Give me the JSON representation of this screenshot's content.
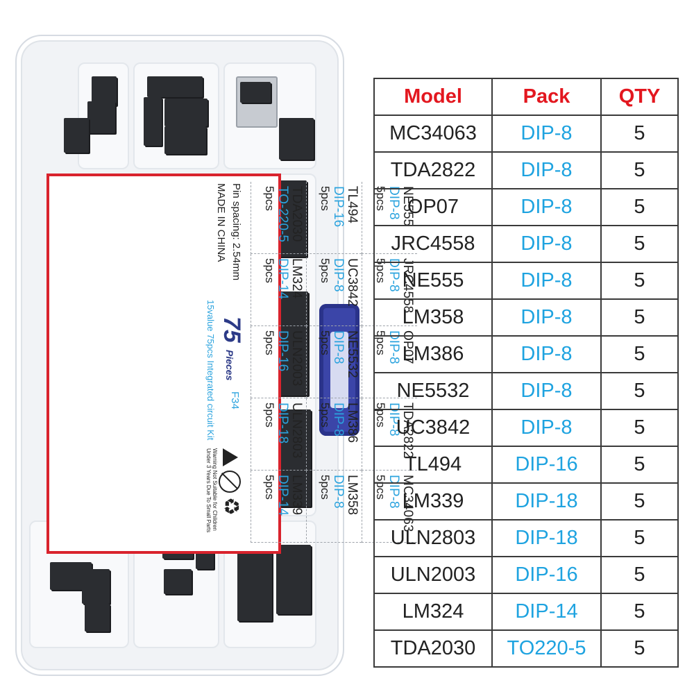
{
  "table": {
    "headers": {
      "model": "Model",
      "pack": "Pack",
      "qty": "QTY"
    },
    "rows": [
      {
        "model": "MC34063",
        "pack": "DIP-8",
        "qty": "5"
      },
      {
        "model": "TDA2822",
        "pack": "DIP-8",
        "qty": "5"
      },
      {
        "model": "OP07",
        "pack": "DIP-8",
        "qty": "5"
      },
      {
        "model": "JRC4558",
        "pack": "DIP-8",
        "qty": "5"
      },
      {
        "model": "NE555",
        "pack": "DIP-8",
        "qty": "5"
      },
      {
        "model": "LM358",
        "pack": "DIP-8",
        "qty": "5"
      },
      {
        "model": "LM386",
        "pack": "DIP-8",
        "qty": "5"
      },
      {
        "model": "NE5532",
        "pack": "DIP-8",
        "qty": "5"
      },
      {
        "model": "UC3842",
        "pack": "DIP-8",
        "qty": "5"
      },
      {
        "model": "TL494",
        "pack": "DIP-16",
        "qty": "5"
      },
      {
        "model": "LM339",
        "pack": "DIP-18",
        "qty": "5"
      },
      {
        "model": "ULN2803",
        "pack": "DIP-18",
        "qty": "5"
      },
      {
        "model": "ULN2003",
        "pack": "DIP-16",
        "qty": "5"
      },
      {
        "model": "LM324",
        "pack": "DIP-14",
        "qty": "5"
      },
      {
        "model": "TDA2030",
        "pack": "TO220-5",
        "qty": "5"
      }
    ]
  },
  "label": {
    "cells": [
      {
        "model": "NE555",
        "pack": "DIP-8",
        "qty": "5pcs"
      },
      {
        "model": "JRC4558",
        "pack": "DIP-8",
        "qty": "5pcs"
      },
      {
        "model": "OP07",
        "pack": "DIP-8",
        "qty": "5pcs"
      },
      {
        "model": "TDA2822",
        "pack": "DIP-8",
        "qty": "5pcs"
      },
      {
        "model": "MC34063",
        "pack": "DIP-8",
        "qty": "5pcs"
      },
      {
        "model": "TL494",
        "pack": "DIP-16",
        "qty": "5pcs"
      },
      {
        "model": "UC3842",
        "pack": "DIP-8",
        "qty": "5pcs"
      },
      {
        "model": "NE5532",
        "pack": "DIP-8",
        "qty": "5pcs"
      },
      {
        "model": "LM386",
        "pack": "DIP-8",
        "qty": "5pcs"
      },
      {
        "model": "LM358",
        "pack": "DIP-8",
        "qty": "5pcs"
      },
      {
        "model": "TDA2030",
        "pack": "TO-220-5",
        "qty": "5pcs"
      },
      {
        "model": "LM324",
        "pack": "DIP-14",
        "qty": "5pcs"
      },
      {
        "model": "ULN2003",
        "pack": "DIP-16",
        "qty": "5pcs"
      },
      {
        "model": "ULN2803",
        "pack": "DIP-18",
        "qty": "5pcs"
      },
      {
        "model": "LM339",
        "pack": "DIP-14",
        "qty": "5pcs"
      }
    ],
    "pin_spacing": "Pin spacing: 2.54mm",
    "made_in": "MADE IN CHINA",
    "count": "75",
    "count_unit": "Pieces",
    "code": "F34",
    "tagline": "15value 75pcs Integrated circuit Kit",
    "warning": "Warning Not Suitable for Children Under 3 Years Due To Small Parts"
  },
  "colors": {
    "header_red": "#e3171f",
    "pack_blue": "#1ea3e0",
    "label_border": "#d9232d",
    "clip_blue": "#3b45a8"
  }
}
